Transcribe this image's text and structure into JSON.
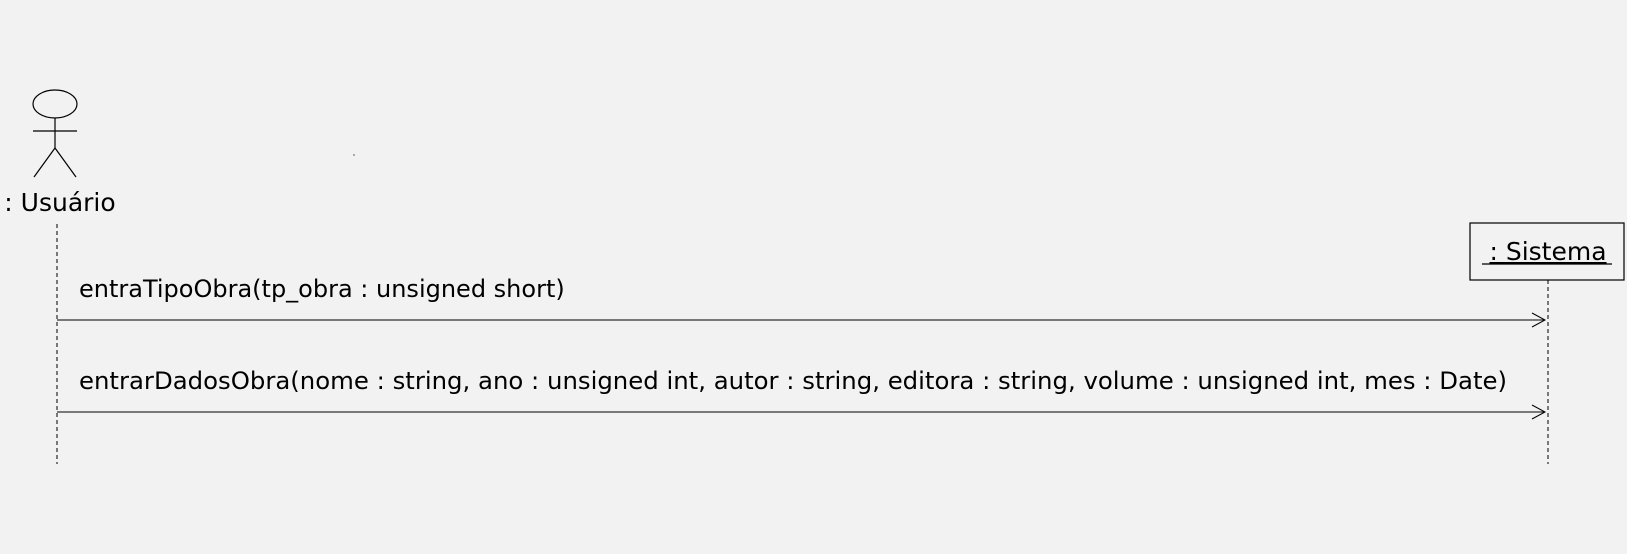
{
  "diagram": {
    "type": "uml-sequence",
    "participants": [
      {
        "label": ": Usuário",
        "kind": "actor"
      },
      {
        "label": ": Sistema",
        "kind": "object"
      }
    ],
    "messages": [
      {
        "from": ": Usuário",
        "to": ": Sistema",
        "label": "entraTipoObra(tp_obra : unsigned short)"
      },
      {
        "from": ": Usuário",
        "to": ": Sistema",
        "label": "entrarDadosObra(nome : string, ano : unsigned int, autor : string, editora : string, volume : unsigned int, mes : Date)"
      }
    ]
  }
}
